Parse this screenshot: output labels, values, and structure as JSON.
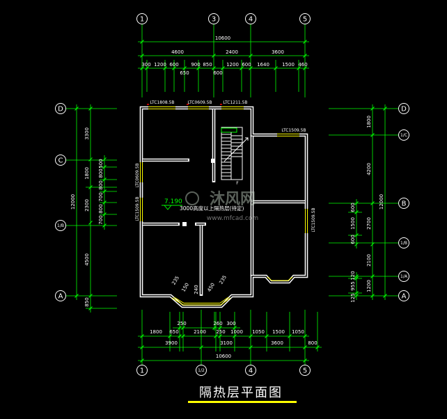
{
  "drawing": {
    "title": "隔热层平面图",
    "colors": {
      "background": "#000000",
      "wall": "#ffffff",
      "dimension_line": "#00ff00",
      "window": "#ffff00",
      "text": "#ffffff",
      "title_underline": "#ffff00",
      "marker": "#ff0000"
    }
  },
  "axes": {
    "top": [
      "1",
      "3",
      "4",
      "5"
    ],
    "bottom": [
      "1",
      "1/2",
      "4",
      "5"
    ],
    "left": [
      "D",
      "C",
      "1/B",
      "A"
    ],
    "right": [
      "D",
      "1/C",
      "B",
      "1/B",
      "1/A",
      "A"
    ]
  },
  "dims": {
    "top_total": "10600",
    "top_main": [
      "4600",
      "2400",
      "3600"
    ],
    "top_detail": [
      "300",
      "1200",
      "600",
      "900",
      "850",
      "1200",
      "600",
      "1640",
      "1500",
      "460"
    ],
    "top_sub": [
      "650",
      "600"
    ],
    "left_total": "12000",
    "left_main": [
      "3300",
      "1800",
      "2300",
      "4500",
      "850"
    ],
    "left_detail": [
      "500",
      "800",
      "800",
      "700",
      "800",
      "700"
    ],
    "right_total": "12000",
    "right_main": [
      "1800",
      "4200",
      "2700",
      "2100",
      "1200"
    ],
    "right_detail": [
      "600",
      "1500",
      "600",
      "120",
      "955",
      "125"
    ],
    "bottom_sub": [
      "250",
      "260",
      "300"
    ],
    "bottom_detail": [
      "1800",
      "650",
      "2100",
      "250",
      "1000",
      "1050",
      "1500",
      "1050"
    ],
    "bottom_main": [
      "3900",
      "3100",
      "3600",
      "800"
    ],
    "bottom_total": "10600",
    "bay": [
      "235",
      "150",
      "240",
      "450",
      "235"
    ]
  },
  "windows": {
    "top": [
      "LTC1808.5B",
      "LTC0609.5B",
      "LTC1211.5B"
    ],
    "right_top": "LTC1509.5B",
    "left": [
      "LTC0609.5B",
      "LTC1509.5B"
    ],
    "right": "LTC1509.5B"
  },
  "annotations": {
    "elevation": "7.190",
    "note": "3000高度以上隔热层(待定)",
    "stair_mark": "F"
  },
  "watermark": {
    "brand": "沐风网",
    "url": "www.mfcad.com"
  }
}
